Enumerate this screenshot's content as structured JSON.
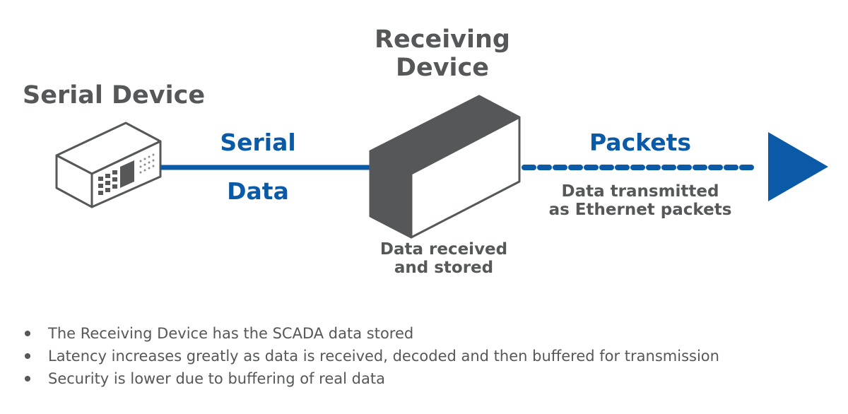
{
  "labels": {
    "serial_device": "Serial Device",
    "receiving_device_line1": "Receiving",
    "receiving_device_line2": "Device",
    "serial": "Serial",
    "data": "Data",
    "packets": "Packets",
    "transmitted_line1": "Data transmitted",
    "transmitted_line2": "as Ethernet packets",
    "received_line1": "Data received",
    "received_line2": "and stored"
  },
  "bullets": [
    "The Receiving Device has the SCADA data stored",
    "Latency increases greatly as data is received, decoded and then buffered for transmission",
    "Security is lower due to buffering of real data"
  ],
  "colors": {
    "accent_blue": "#0a5aa7",
    "device_gray": "#555759",
    "text_gray": "#555759"
  },
  "icons": {
    "serial_device": "serial-device-icon",
    "receiving_device": "receiving-device-box-icon",
    "arrow": "triangle-arrow-icon"
  }
}
